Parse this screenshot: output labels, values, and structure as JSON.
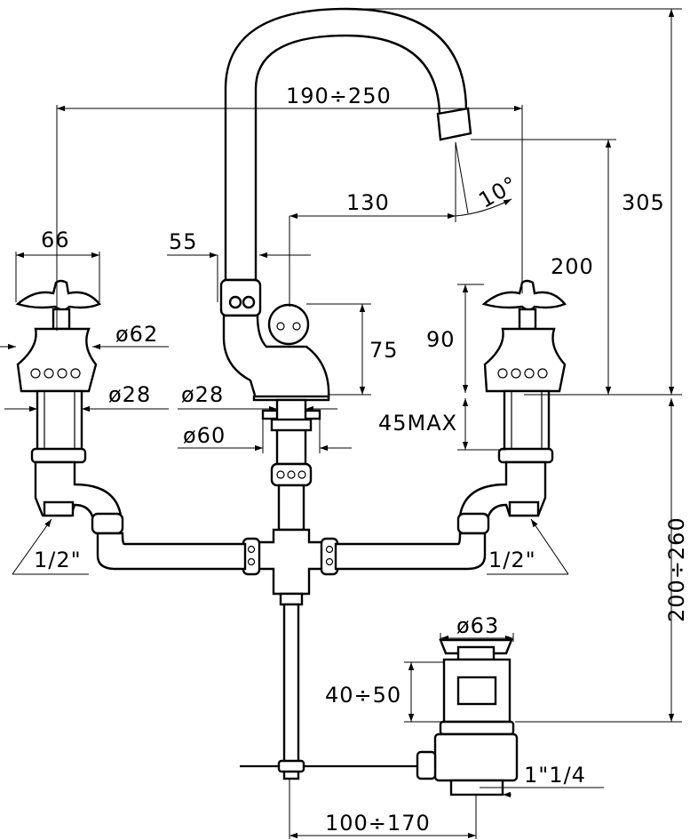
{
  "labels": {
    "spout_reach": "190÷250",
    "outlet_height": "305",
    "outlet_angle": "10°",
    "offset_130": "130",
    "handle_width": "66",
    "spout_base": "55",
    "height_200": "200",
    "valve_height": "75",
    "handle_height": "90",
    "rosette_dia": "ø62",
    "shank_dia_left": "ø28",
    "shank_dia_center": "ø28",
    "flange_dia": "ø60",
    "max_thickness": "45MAX",
    "connection_left": "1/2\"",
    "connection_right": "1/2\"",
    "install_depth": "200÷260",
    "waste_dia": "ø63",
    "waste_height": "40÷50",
    "waste_thread": "1\"1/4",
    "rod_distance": "100÷170"
  }
}
